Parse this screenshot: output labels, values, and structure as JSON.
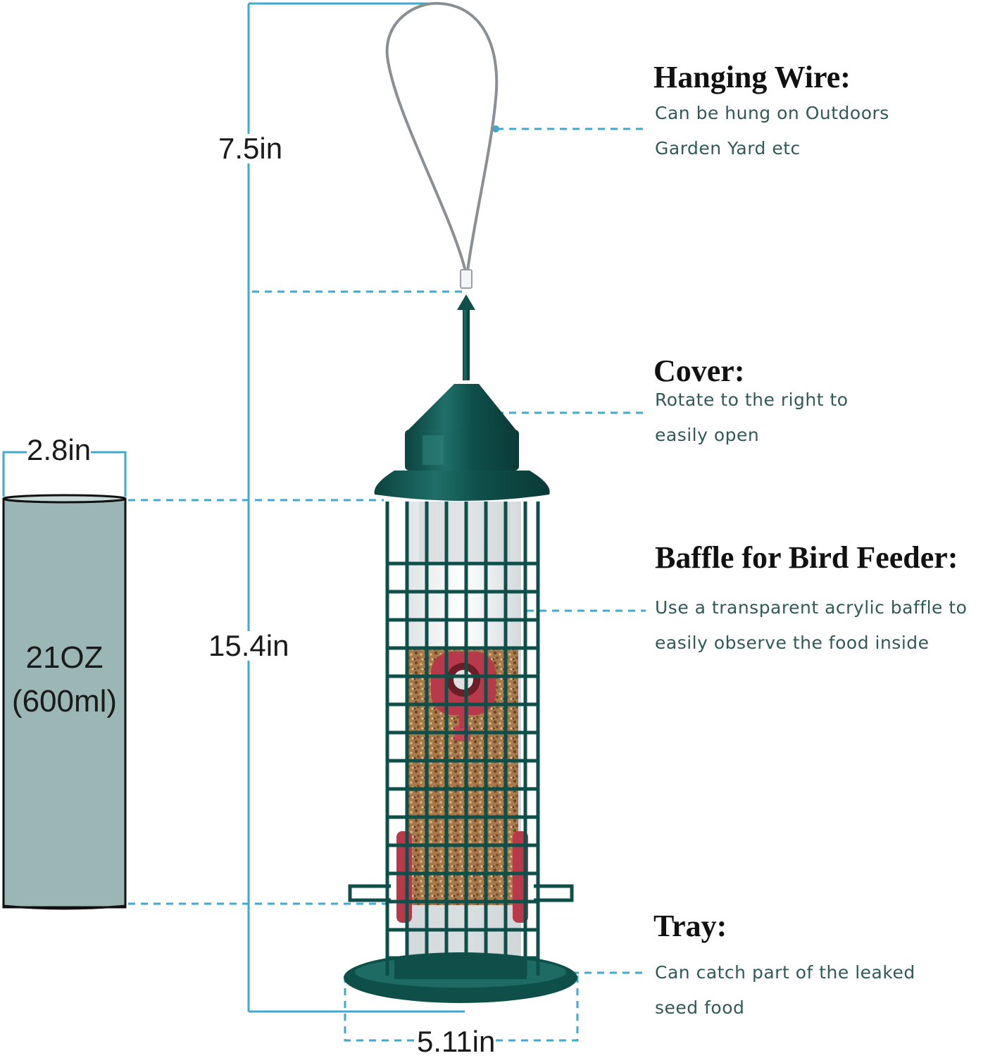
{
  "colors": {
    "dimension_line": "#3fa9cf",
    "feeder_green": "#0f4f4a",
    "seed": "#9a6a3e",
    "port_red": "#b83a4a",
    "capacity_fill": "#9ab7b5",
    "description_text": "#2f5a58"
  },
  "dimensions": {
    "wire_length": "7.5in",
    "total_height": "15.4in",
    "tube_width": "2.8in",
    "tray_width": "5.11in"
  },
  "capacity": {
    "ounces": "21OZ",
    "milliliters": "(600ml)"
  },
  "features": [
    {
      "title": "Hanging Wire:",
      "description": "Can be hung on Outdoors Garden Yard etc"
    },
    {
      "title": "Cover:",
      "description": "Rotate to the right to easily open"
    },
    {
      "title": "Baffle for Bird Feeder:",
      "description": "Use a transparent acrylic baffle to easily observe the food inside"
    },
    {
      "title": "Tray:",
      "description": "Can catch part of the leaked seed food"
    }
  ]
}
